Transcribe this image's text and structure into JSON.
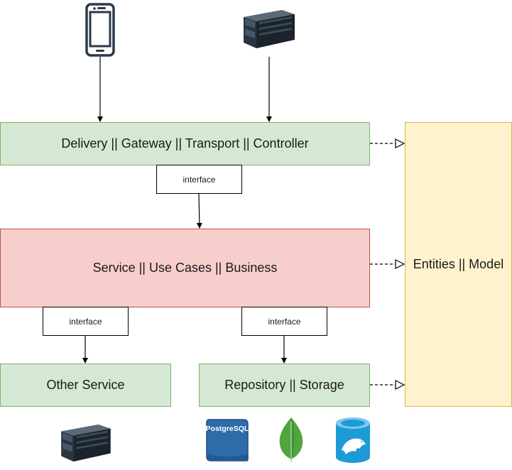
{
  "layers": {
    "delivery": "Delivery || Gateway || Transport || Controller",
    "service": "Service || Use Cases || Business",
    "other_service": "Other Service",
    "repository": "Repository || Storage",
    "entities": "Entities || Model"
  },
  "interfaces": {
    "top": "interface",
    "left": "interface",
    "right": "interface"
  },
  "icons": {
    "phone": "mobile-phone-icon",
    "server_top": "server-icon",
    "server_bottom": "server-icon",
    "postgres": "postgresql-icon",
    "postgres_label": "PostgreSQL",
    "mongodb": "mongodb-leaf-icon",
    "mariadb": "mariadb-icon"
  },
  "colors": {
    "green_fill": "#d5e8d4",
    "red_fill": "#f8cecc",
    "yellow_fill": "#fff2cc",
    "postgres_blue": "#2f6ba9",
    "mongo_green": "#4fa63f",
    "maria_blue": "#1e9bd7"
  }
}
